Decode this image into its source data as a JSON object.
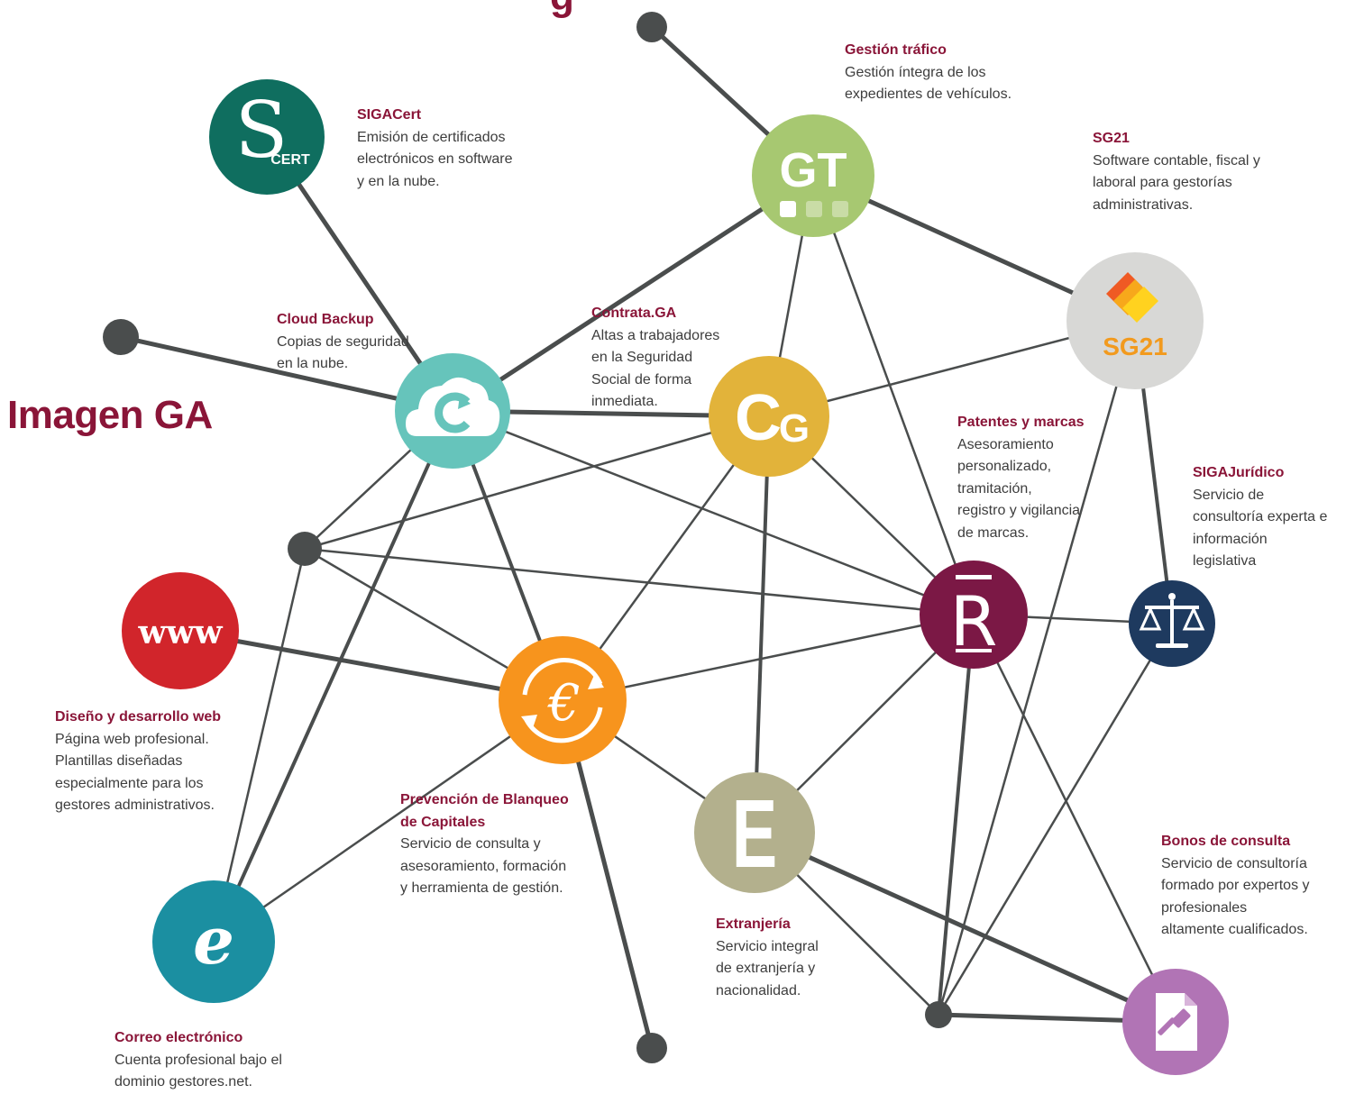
{
  "heading": "Imagen GA",
  "heading_top": "g",
  "colors": {
    "accent": "#8a1538",
    "line": "#4a4d4d",
    "text": "#3d3d3d"
  },
  "nodes": [
    {
      "id": "sigacert",
      "title": "SIGACert",
      "description": "Emisión de certificados\nelectrónicos en software\ny en la nube.",
      "icon": "sigacert-logo-icon",
      "icon_text": "CERT",
      "color": "#0f6e5f"
    },
    {
      "id": "gestion-trafico",
      "title": "Gestión tráfico",
      "description": "Gestión íntegra de los\nexpedientes de vehículos.",
      "icon": "gt-logo-icon",
      "icon_text": "GT",
      "color": "#a7c871"
    },
    {
      "id": "sg21",
      "title": "SG21",
      "description": "Software contable, fiscal y\nlaboral para gestorías\nadministrativas.",
      "icon": "sg21-logo-icon",
      "icon_text": "SG21",
      "color": "#d8d8d6"
    },
    {
      "id": "cloud-backup",
      "title": "Cloud Backup",
      "description": "Copias de seguridad\nen la nube.",
      "icon": "cloud-icon",
      "icon_text": "",
      "color": "#66c4bb"
    },
    {
      "id": "contrata-ga",
      "title": "Contrata.GA",
      "description": "Altas a trabajadores\nen la Seguridad\nSocial de forma\ninmediata.",
      "icon": "cg-logo-icon",
      "icon_text": "CG",
      "color": "#e2b33a"
    },
    {
      "id": "patentes-marcas",
      "title": "Patentes y marcas",
      "description": "Asesoramiento\npersonalizado,\ntramitación,\nregistro y vigilancia\nde marcas.",
      "icon": "registered-mark-icon",
      "icon_text": "R",
      "color": "#7b1845"
    },
    {
      "id": "siga-juridico",
      "title": "SIGAJurídico",
      "description": "Servicio de\nconsultoría experta e\ninformación\nlegislativa",
      "icon": "scales-icon",
      "icon_text": "",
      "color": "#1e3a5f"
    },
    {
      "id": "diseno-web",
      "title": "Diseño y desarrollo web",
      "description": "Página web profesional.\nPlantillas diseñadas\nespecialmente para los\ngestores administrativos.",
      "icon": "www-icon",
      "icon_text": "www",
      "color": "#d1252b"
    },
    {
      "id": "blanqueo",
      "title": "Prevención de Blanqueo\nde Capitales",
      "description": "Servicio de consulta y\nasesoramiento, formación\ny herramienta de gestión.",
      "icon": "euro-cycle-icon",
      "icon_text": "€",
      "color": "#f7941d"
    },
    {
      "id": "extranjeria",
      "title": "Extranjería",
      "description": "Servicio integral\nde extranjería y\nnacionalidad.",
      "icon": "e-letter-icon",
      "icon_text": "E",
      "color": "#b3b08d"
    },
    {
      "id": "bonos-consulta",
      "title": "Bonos de consulta",
      "description": "Servicio de consultoría\nformado por expertos y\nprofesionales\naltamente cualificados.",
      "icon": "gavel-document-icon",
      "icon_text": "",
      "color": "#b174b5"
    },
    {
      "id": "correo",
      "title": "Correo electrónico",
      "description": "Cuenta profesional bajo el\ndominio gestores.net.",
      "icon": "e-mail-icon",
      "icon_text": "e",
      "color": "#1b8fa1"
    }
  ],
  "hubs": [
    "hub-top",
    "hub-left",
    "hub-mid",
    "hub-bottom",
    "hub-bottom-right"
  ],
  "edges": [
    [
      "hub-top",
      "gestion-trafico"
    ],
    [
      "gestion-trafico",
      "sg21"
    ],
    [
      "gestion-trafico",
      "cloud-backup"
    ],
    [
      "gestion-trafico",
      "contrata-ga"
    ],
    [
      "gestion-trafico",
      "patentes-marcas"
    ],
    [
      "sigacert",
      "cloud-backup"
    ],
    [
      "hub-left",
      "cloud-backup"
    ],
    [
      "cloud-backup",
      "contrata-ga"
    ],
    [
      "cloud-backup",
      "hub-mid"
    ],
    [
      "cloud-backup",
      "blanqueo"
    ],
    [
      "cloud-backup",
      "patentes-marcas"
    ],
    [
      "cloud-backup",
      "correo"
    ],
    [
      "contrata-ga",
      "sg21"
    ],
    [
      "contrata-ga",
      "extranjeria"
    ],
    [
      "contrata-ga",
      "patentes-marcas"
    ],
    [
      "contrata-ga",
      "blanqueo"
    ],
    [
      "contrata-ga",
      "hub-mid"
    ],
    [
      "sg21",
      "siga-juridico"
    ],
    [
      "sg21",
      "hub-bottom-right"
    ],
    [
      "patentes-marcas",
      "siga-juridico"
    ],
    [
      "patentes-marcas",
      "blanqueo"
    ],
    [
      "patentes-marcas",
      "extranjeria"
    ],
    [
      "patentes-marcas",
      "hub-mid"
    ],
    [
      "patentes-marcas",
      "hub-bottom-right"
    ],
    [
      "patentes-marcas",
      "bonos-consulta"
    ],
    [
      "hub-mid",
      "blanqueo"
    ],
    [
      "hub-mid",
      "correo"
    ],
    [
      "diseno-web",
      "blanqueo"
    ],
    [
      "blanqueo",
      "extranjeria"
    ],
    [
      "blanqueo",
      "correo"
    ],
    [
      "blanqueo",
      "hub-bottom"
    ],
    [
      "extranjeria",
      "bonos-consulta"
    ],
    [
      "extranjeria",
      "hub-bottom-right"
    ],
    [
      "hub-bottom-right",
      "bonos-consulta"
    ],
    [
      "siga-juridico",
      "hub-bottom-right"
    ]
  ]
}
